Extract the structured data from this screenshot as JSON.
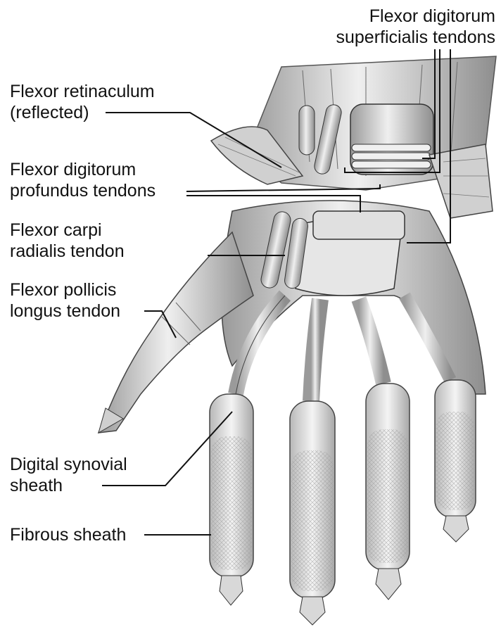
{
  "labels": {
    "fds": [
      "Flexor digitorum",
      "superficialis tendons"
    ],
    "retinaculum": [
      "Flexor retinaculum",
      "(reflected)"
    ],
    "fdp": [
      "Flexor digitorum",
      "profundus tendons"
    ],
    "fcr": [
      "Flexor carpi",
      "radialis tendon"
    ],
    "fpl": [
      "Flexor pollicis",
      "longus tendon"
    ],
    "synovial": [
      "Digital synovial",
      "sheath"
    ],
    "fibrous": [
      "Fibrous sheath"
    ]
  },
  "colors": {
    "line": "#111111",
    "tissue": "#dcdcdc",
    "tissue_dark": "#8a8a8a",
    "sheath": "#e8e8e8"
  }
}
